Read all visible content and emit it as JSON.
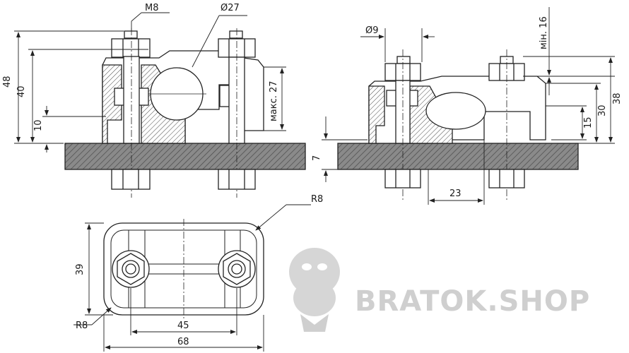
{
  "dimensions": {
    "m8": "M8",
    "d27": "Ø27",
    "h48": "48",
    "h40": "40",
    "h10": "10",
    "max27": "макс. 27",
    "d9": "Ø9",
    "min16": "мін. 16",
    "h38": "38",
    "h30": "30",
    "h15": "15",
    "h7": "7",
    "w23": "23",
    "r8_top": "R8",
    "h39": "39",
    "r8_bottom": "R8",
    "w45": "45",
    "w68": "68"
  },
  "watermark": {
    "text": "BRATOK.SHOP"
  }
}
